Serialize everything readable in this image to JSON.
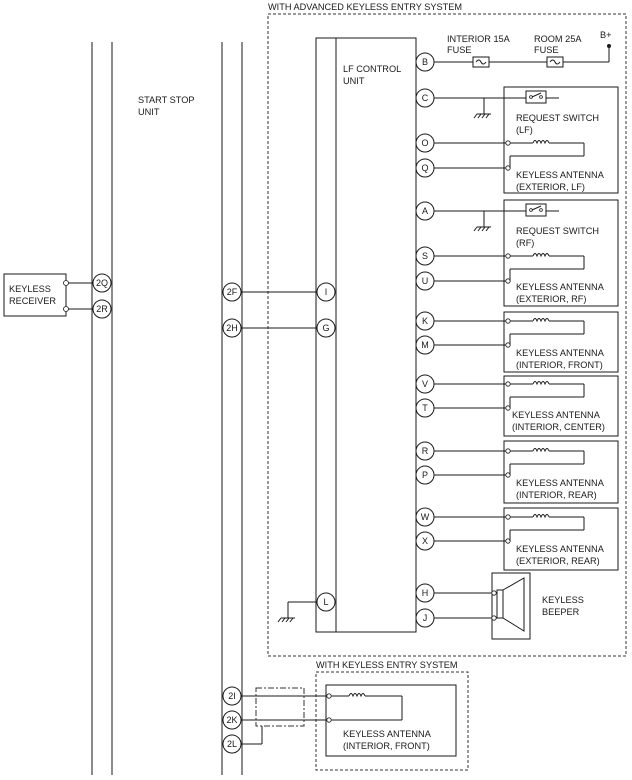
{
  "zones": {
    "advanced_title": "WITH ADVANCED KEYLESS ENTRY SYSTEM",
    "keyless_title": "WITH KEYLESS ENTRY SYSTEM"
  },
  "units": {
    "start_stop": [
      "START STOP",
      "UNIT"
    ],
    "lf_control": [
      "LF CONTROL",
      "UNIT"
    ],
    "keyless_receiver": [
      "KEYLESS",
      "RECEIVER"
    ]
  },
  "fuses": {
    "interior": [
      "INTERIOR 15A",
      "FUSE"
    ],
    "room": [
      "ROOM 25A",
      "FUSE"
    ],
    "battery": "B+"
  },
  "components": {
    "req_lf": [
      "REQUEST SWITCH",
      "(LF)"
    ],
    "ant_ext_lf": [
      "KEYLESS ANTENNA",
      "(EXTERIOR, LF)"
    ],
    "req_rf": [
      "REQUEST SWITCH",
      "(RF)"
    ],
    "ant_ext_rf": [
      "KEYLESS ANTENNA",
      "(EXTERIOR, RF)"
    ],
    "ant_int_front": [
      "KEYLESS ANTENNA",
      "(INTERIOR, FRONT)"
    ],
    "ant_int_center": [
      "KEYLESS ANTENNA",
      "(INTERIOR, CENTER)"
    ],
    "ant_int_rear": [
      "KEYLESS ANTENNA",
      "(INTERIOR, REAR)"
    ],
    "ant_ext_rear": [
      "KEYLESS ANTENNA",
      "(EXTERIOR, REAR)"
    ],
    "beeper": [
      "KEYLESS",
      "BEEPER"
    ],
    "ant_int_front_ke": [
      "KEYLESS ANTENNA",
      "(INTERIOR, FRONT)"
    ]
  },
  "pins": {
    "receiver": [
      "2Q",
      "2R"
    ],
    "start_stop_mid": [
      "2F",
      "2H"
    ],
    "start_stop_bottom": [
      "2I",
      "2K",
      "2L"
    ],
    "lf_left": [
      "I",
      "G",
      "L"
    ],
    "lf_right": [
      "B",
      "C",
      "O",
      "Q",
      "A",
      "S",
      "U",
      "K",
      "M",
      "V",
      "T",
      "R",
      "P",
      "W",
      "X",
      "H",
      "J"
    ]
  }
}
